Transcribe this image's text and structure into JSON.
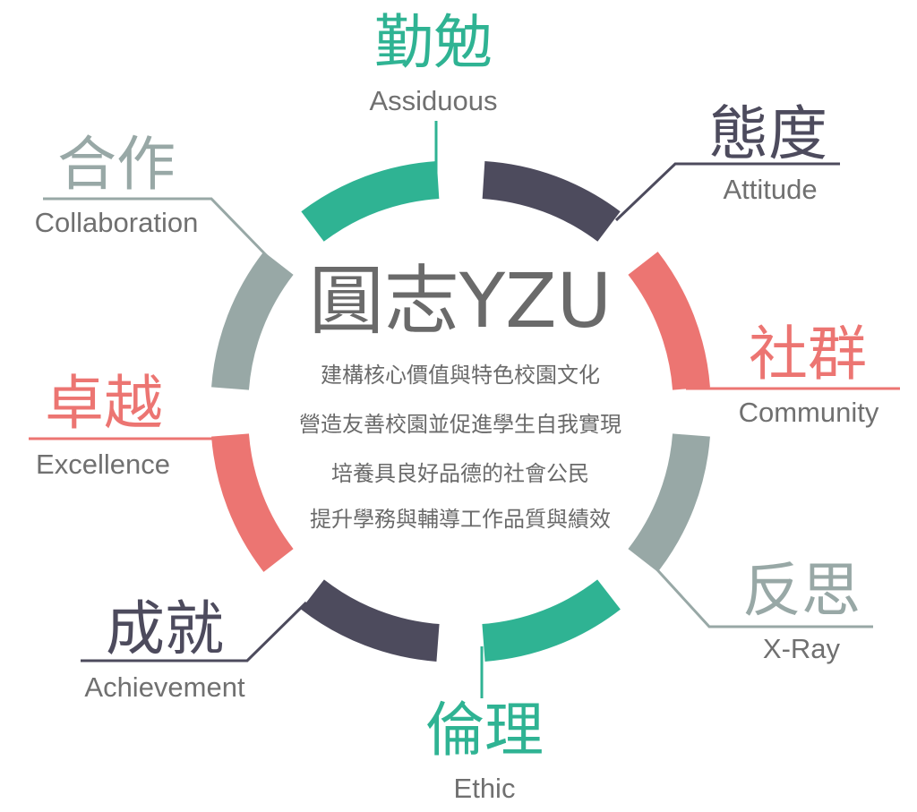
{
  "colors": {
    "green": "#2fb393",
    "dark": "#4d4b5d",
    "red": "#ec7572",
    "gray": "#98a8a6"
  },
  "center": {
    "title": "圓志YZU",
    "lines": [
      "建構核心價值與特色校園文化",
      "營造友善校園並促進學生自我實現",
      "培養具良好品德的社會公民",
      "提升學務與輔導工作品質與績效"
    ]
  },
  "values": [
    {
      "key": "assiduous",
      "zh": "勤勉",
      "en": "Assiduous",
      "color": "green"
    },
    {
      "key": "attitude",
      "zh": "態度",
      "en": "Attitude",
      "color": "dark"
    },
    {
      "key": "community",
      "zh": "社群",
      "en": "Community",
      "color": "red"
    },
    {
      "key": "xray",
      "zh": "反思",
      "en": "X-Ray",
      "color": "gray"
    },
    {
      "key": "ethic",
      "zh": "倫理",
      "en": "Ethic",
      "color": "green"
    },
    {
      "key": "achievement",
      "zh": "成就",
      "en": "Achievement",
      "color": "dark"
    },
    {
      "key": "excellence",
      "zh": "卓越",
      "en": "Excellence",
      "color": "red"
    },
    {
      "key": "collaboration",
      "zh": "合作",
      "en": "Collaboration",
      "color": "gray"
    }
  ]
}
